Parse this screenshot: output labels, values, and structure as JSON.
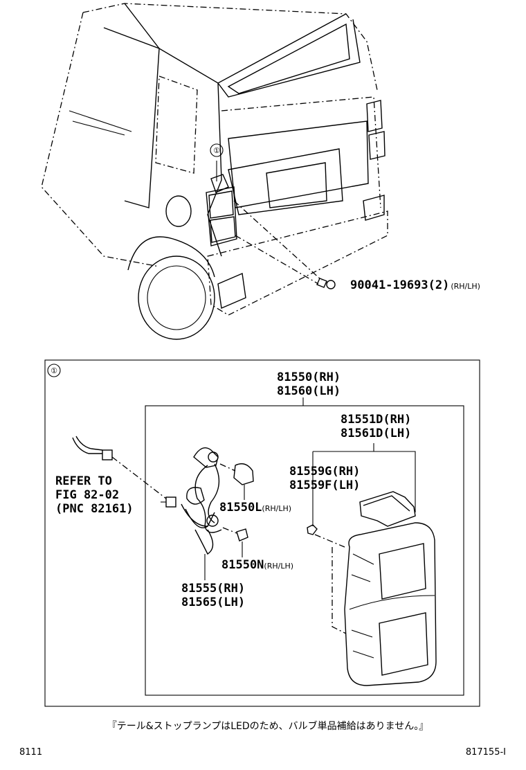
{
  "callout_marker": "①",
  "top_part": {
    "number": "90041-19693",
    "qty": "(2)",
    "side": "(RH/LH)"
  },
  "assembly": {
    "rh": "81550(RH)",
    "lh": "81560(LH)"
  },
  "lens": {
    "rh": "81551D(RH)",
    "lh": "81561D(LH)"
  },
  "screw": {
    "rh": "81559G(RH)",
    "lh": "81559F(LH)"
  },
  "bulb_l": {
    "number": "81550L",
    "side": "(RH/LH)"
  },
  "bulb_n": {
    "number": "81550N",
    "side": "(RH/LH)"
  },
  "socket": {
    "rh": "81555(RH)",
    "lh": "81565(LH)"
  },
  "refer": {
    "line1": "REFER TO",
    "line2": "FIG 82-02",
    "line3": "(PNC 82161)"
  },
  "note": "『テール&ストップランプはLEDのため、バルブ単品補給はありません。』",
  "footer": {
    "left": "8111",
    "right": "817155-I"
  }
}
